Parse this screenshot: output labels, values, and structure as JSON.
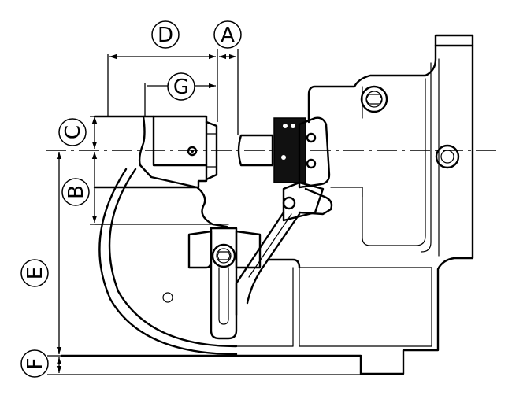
{
  "labels": {
    "a": "A",
    "b": "B",
    "c": "C",
    "d": "D",
    "e": "E",
    "f": "F",
    "g": "G"
  },
  "colors": {
    "line": "#000000",
    "background": "#ffffff"
  }
}
